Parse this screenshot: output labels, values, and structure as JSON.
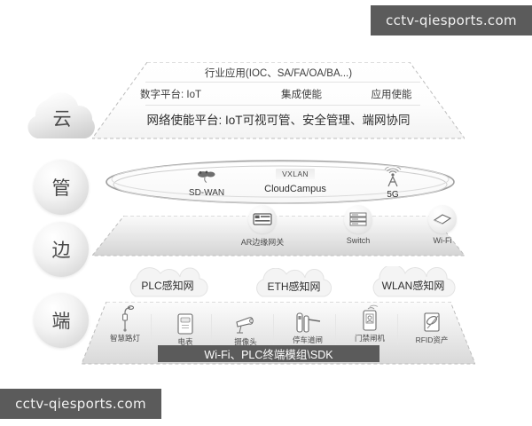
{
  "watermark": {
    "top": "cctv-qiesports.com",
    "bottom": "cctv-qiesports.com"
  },
  "layers": [
    {
      "key": "cloud",
      "label": "云",
      "shape": "cloud-icon"
    },
    {
      "key": "pipe",
      "label": "管",
      "shape": "circle"
    },
    {
      "key": "edge",
      "label": "边",
      "shape": "circle"
    },
    {
      "key": "device",
      "label": "端",
      "shape": "circle"
    }
  ],
  "cloud_layer": {
    "industry_apps": "行业应用(IOC、SA/FA/OA/BA...)",
    "platform_row": [
      "数字平台: IoT",
      "集成使能",
      "应用使能"
    ],
    "network_platform": "网络使能平台: IoT可视可管、安全管理、端网协同"
  },
  "pipe_layer": {
    "items": [
      {
        "name": "SD-WAN",
        "icon": "sdwan-icon",
        "tag": ""
      },
      {
        "name": "CloudCampus",
        "icon": "vxlan-icon",
        "tag": "VXLAN"
      },
      {
        "name": "5G",
        "icon": "antenna-icon",
        "tag": ""
      }
    ]
  },
  "edge_layer": {
    "items": [
      {
        "name": "AR边缘网关",
        "icon": "gateway-icon"
      },
      {
        "name": "Switch",
        "icon": "switch-icon"
      },
      {
        "name": "Wi-Fi",
        "icon": "wifi-ap-icon"
      }
    ]
  },
  "sense_networks": [
    {
      "name": "PLC感知网"
    },
    {
      "name": "ETH感知网"
    },
    {
      "name": "WLAN感知网"
    }
  ],
  "device_layer": {
    "items": [
      {
        "name": "智慧路灯",
        "icon": "street-lamp-icon"
      },
      {
        "name": "电表",
        "icon": "electric-meter-icon"
      },
      {
        "name": "摄像头",
        "icon": "camera-icon"
      },
      {
        "name": "停车道闸",
        "icon": "parking-barrier-icon"
      },
      {
        "name": "门禁闸机",
        "icon": "access-gate-icon"
      },
      {
        "name": "RFID资产",
        "icon": "rfid-tag-icon"
      }
    ],
    "sdk_bar": "Wi-Fi、PLC终端模组\\SDK"
  },
  "colors": {
    "watermark_bg": "#5b5b5b",
    "watermark_text": "#f2f2f2",
    "sdk_bar_bg": "#5b5b5b",
    "sdk_bar_text": "#ffffff",
    "text_primary": "#2e2e2e",
    "text_secondary": "#4a4a4a",
    "slab_light": "#fcfcfc",
    "slab_dark": "#c9c9c9",
    "dashed_border": "#b8b8b8"
  }
}
